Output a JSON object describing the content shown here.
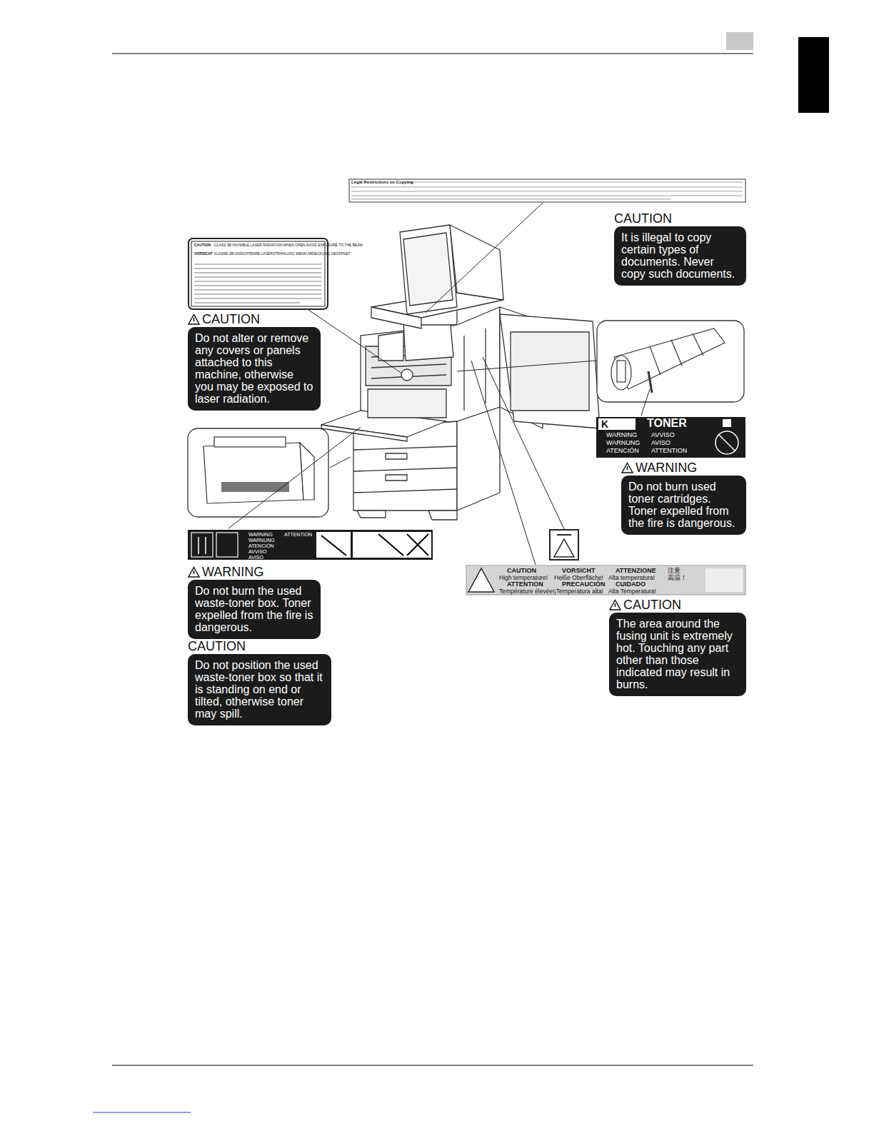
{
  "diagram": {
    "nodes": [
      {
        "text": [
          "CAUTION",
          "It is illegal to copy certain types of documents. Never copy such documents."
        ]
      },
      {
        "text": [
          "CAUTION",
          "Do not alter or remove any covers or panels attached to this machine, otherwise you may be exposed to laser radiation."
        ]
      },
      {
        "text": [
          "WARNING",
          "Do not burn used toner cartridges. Toner expelled from the fire is dangerous."
        ]
      },
      {
        "text": [
          "WARNING",
          "Do not burn the used waste-toner box. Toner expelled from the fire is dangerous."
        ]
      },
      {
        "text": [
          "CAUTION",
          "Do not position the used waste-toner box so that it is standing on end or tilted, otherwise toner may spill."
        ]
      },
      {
        "text": [
          "CAUTION",
          "The area around the fusing unit is extremely hot. Touching any part other than those indicated may result in burns."
        ]
      }
    ],
    "labels": [
      "Legal Restrictions on Copying",
      "CAUTION",
      "CLASS 3B INVISIBLE LASER RADIATION WHEN OPEN AVOID EXPOSURE TO THE BEAM",
      "VORSICHT",
      "KLASSE 3B UNSICHTBARE LASERSTRAHLUNG WENN ABDECKUNG GEÖFFNET",
      "K",
      "TONER",
      "WARNING",
      "AVVISO",
      "WARNUNG",
      "AVISO",
      "ATENCIÓN",
      "ATTENTION",
      "WARNING",
      "ATTENTION",
      "WARNUNG",
      "ATENCIÓN",
      "AVVISO",
      "AVISO",
      "CAUTION",
      "High temperature!",
      "VORSICHT",
      "Heiße Oberfläche!",
      "ATTENZIONE",
      "Alta temperatura!",
      "ATTENTION",
      "Température élevée!",
      "PRECAUCIÓN",
      "¡Temperatura alta!",
      "CUIDADO",
      "Alta Temperatura!",
      "注意",
      "高温！"
    ]
  }
}
